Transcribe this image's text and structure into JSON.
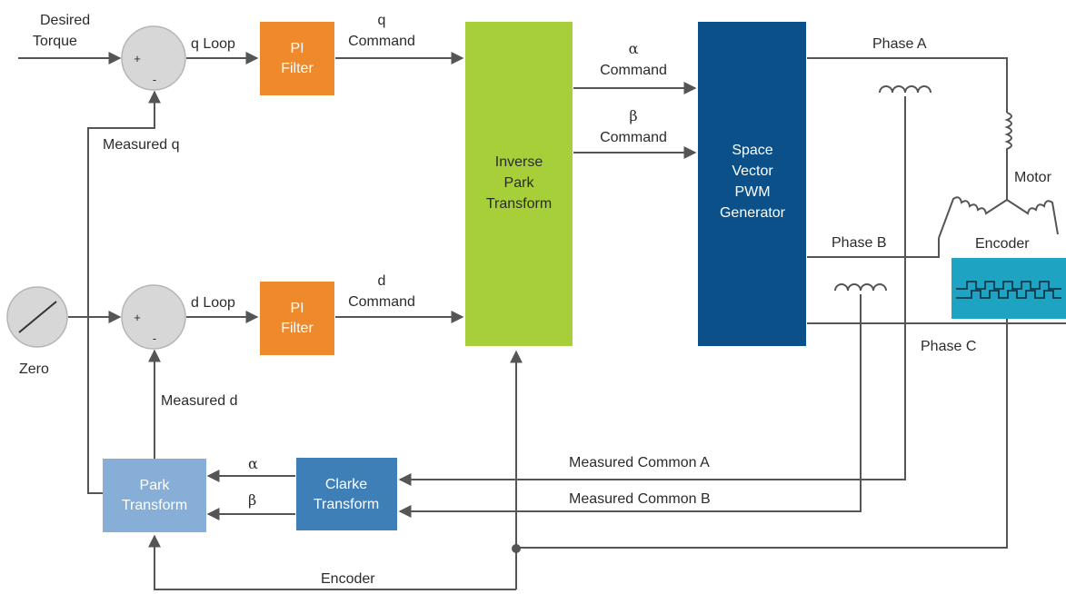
{
  "colors": {
    "pi_filter": "#ef8a2c",
    "inverse_park": "#a6cf3a",
    "svpwm": "#0b5088",
    "clarke": "#3f7fb7",
    "park": "#86aed6",
    "encoder_box": "#1ea3c3",
    "summing": "#d7d7d7",
    "wire": "#555555"
  },
  "inputs": {
    "desired_torque_line1": "Desired",
    "desired_torque_line2": "Torque",
    "zero": "Zero"
  },
  "summing_junctions": {
    "plus": "+",
    "minus": "-"
  },
  "loops": {
    "q_loop": "q Loop",
    "d_loop": "d Loop",
    "measured_q": "Measured q",
    "measured_d": "Measured d"
  },
  "blocks": {
    "pi_filter_line1": "PI",
    "pi_filter_line2": "Filter",
    "inverse_park": [
      "Inverse",
      "Park",
      "Transform"
    ],
    "svpwm": [
      "Space",
      "Vector",
      "PWM",
      "Generator"
    ],
    "clarke": [
      "Clarke",
      "Transform"
    ],
    "park": [
      "Park",
      "Transform"
    ]
  },
  "commands": {
    "q_cmd_line1": "q",
    "q_cmd_line2": "Command",
    "d_cmd_line1": "d",
    "d_cmd_line2": "Command",
    "alpha_cmd_line1": "α",
    "alpha_cmd_line2": "Command",
    "beta_cmd_line1": "β",
    "beta_cmd_line2": "Command"
  },
  "phases": {
    "a": "Phase A",
    "b": "Phase B",
    "c": "Phase C"
  },
  "motor": "Motor",
  "encoder": "Encoder",
  "feedback": {
    "measured_common_a": "Measured Common A",
    "measured_common_b": "Measured Common B",
    "alpha": "α",
    "beta": "β",
    "encoder": "Encoder"
  }
}
